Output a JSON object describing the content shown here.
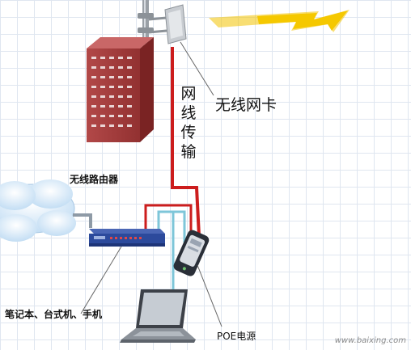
{
  "labels": {
    "wireless_card": "无线网卡",
    "cable_transmission": "网线传输",
    "wireless_router": "无线路由器",
    "devices": "笔记本、台式机、手机",
    "poe_power": "POE电源"
  },
  "watermark": "www.baixing.com",
  "colors": {
    "cable_red": "#cc1d1d",
    "cable_cyan": "#7ec6d9",
    "building": "#a23b3b",
    "router_body": "#2c4a9c",
    "lightning": "#f2c200",
    "leader_line": "#666666"
  },
  "icons": [
    "antenna-pole-icon",
    "building-icon",
    "cloud-icon",
    "router-icon",
    "poe-injector-icon",
    "laptop-icon",
    "lightning-bolt-icon"
  ]
}
